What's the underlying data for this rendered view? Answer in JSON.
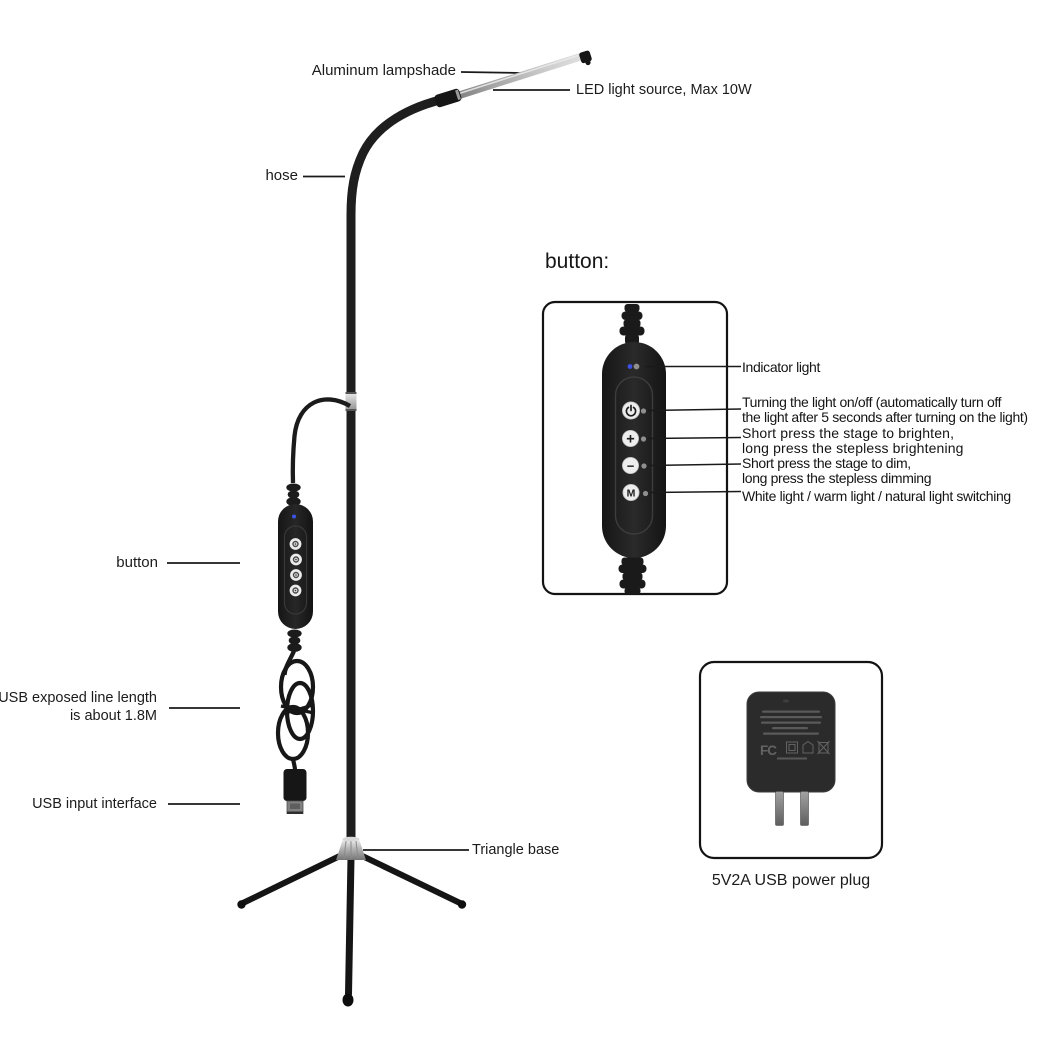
{
  "lamp": {
    "labels": {
      "aluminum_lampshade": "Aluminum lampshade",
      "led_source": "LED light source, Max 10W",
      "hose": "hose",
      "button": "button",
      "usb_line_length_line1": "USB exposed line length",
      "usb_line_length_line2": "is about 1.8M",
      "usb_input": "USB input interface",
      "triangle_base": "Triangle base"
    }
  },
  "button_detail": {
    "heading": "button:",
    "annotations": [
      {
        "lines": [
          "Indicator light"
        ]
      },
      {
        "lines": [
          "Turning the light on/off (automatically turn off",
          "the light after 5 seconds after turning on the light)"
        ]
      },
      {
        "lines": [
          "Short press the stage to brighten,",
          "long press the stepless brightening"
        ]
      },
      {
        "lines": [
          "Short press the stage to dim,",
          "long press the stepless dimming"
        ]
      },
      {
        "lines": [
          "White light / warm light / natural light switching"
        ]
      }
    ],
    "button_glyphs": {
      "plus": "+",
      "minus": "−",
      "mode": "M"
    }
  },
  "power_plug": {
    "caption": "5V2A USB power plug",
    "fcc_mark": "FC"
  },
  "colors": {
    "text": "#1b1b1b",
    "leader_line": "#1a1a1a",
    "indicator_blue": "#3c52e6",
    "box_border": "#131313"
  }
}
